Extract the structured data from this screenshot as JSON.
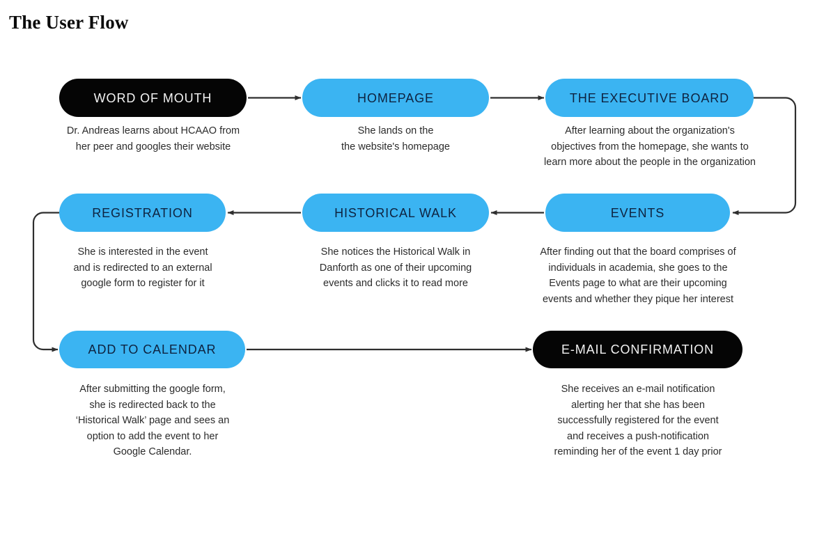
{
  "page": {
    "title": "The User Flow",
    "background_color": "#ffffff"
  },
  "theme": {
    "accent_blue": "#3bb4f2",
    "node_black": "#050505",
    "blue_label_text": "#0e2340",
    "black_label_text": "#f2f2f2",
    "caption_text": "#2b2b2b",
    "connector_stroke": "#2e2e2e"
  },
  "flow": {
    "nodes": [
      {
        "id": "word-of-mouth",
        "label": "WORD OF MOUTH",
        "style": "black",
        "caption": "Dr. Andreas learns about HCAAO from\nher peer and googles their website"
      },
      {
        "id": "homepage",
        "label": "HOMEPAGE",
        "style": "blue",
        "caption": "She lands on the\nthe website's homepage"
      },
      {
        "id": "executive-board",
        "label": "THE EXECUTIVE BOARD",
        "style": "blue",
        "caption": "After learning about the organization's\nobjectives from the homepage, she wants to\nlearn more about the people in the organization"
      },
      {
        "id": "registration",
        "label": "REGISTRATION",
        "style": "blue",
        "caption": "She is interested in the event\nand is redirected to an external\ngoogle form to register for it"
      },
      {
        "id": "historical-walk",
        "label": "HISTORICAL WALK",
        "style": "blue",
        "caption": "She notices the Historical Walk in\nDanforth as one of their upcoming\nevents and clicks it to read more"
      },
      {
        "id": "events",
        "label": "EVENTS",
        "style": "blue",
        "caption": "After finding out that the board comprises of\nindividuals in academia, she goes to the\nEvents page to what are their upcoming\nevents and whether they pique her interest"
      },
      {
        "id": "add-to-calendar",
        "label": "ADD TO CALENDAR",
        "style": "blue",
        "caption": "After submitting the google form,\nshe is redirected back to the\n‘Historical Walk’ page and sees an\noption to add the event to her\nGoogle Calendar."
      },
      {
        "id": "email-confirmation",
        "label": "E-MAIL CONFIRMATION",
        "style": "black",
        "caption": "She receives an e-mail notification\nalerting her that she has been\nsuccessfully registered for the event\nand receives a push-notification\nreminding her of the event 1 day prior"
      }
    ],
    "connectors": [
      {
        "id": "word-of-mouth-to-homepage",
        "from": "word-of-mouth",
        "to": "homepage",
        "kind": "straight-right"
      },
      {
        "id": "homepage-to-executive-board",
        "from": "homepage",
        "to": "executive-board",
        "kind": "straight-right"
      },
      {
        "id": "executive-board-to-events",
        "from": "executive-board",
        "to": "events",
        "kind": "wrap-right-down"
      },
      {
        "id": "events-to-historical-walk",
        "from": "events",
        "to": "historical-walk",
        "kind": "straight-left"
      },
      {
        "id": "historical-walk-to-registration",
        "from": "historical-walk",
        "to": "registration",
        "kind": "straight-left"
      },
      {
        "id": "registration-to-add-to-calendar",
        "from": "registration",
        "to": "add-to-calendar",
        "kind": "wrap-left-down"
      },
      {
        "id": "add-to-calendar-to-email-confirmation",
        "from": "add-to-calendar",
        "to": "email-confirmation",
        "kind": "straight-right"
      }
    ]
  }
}
